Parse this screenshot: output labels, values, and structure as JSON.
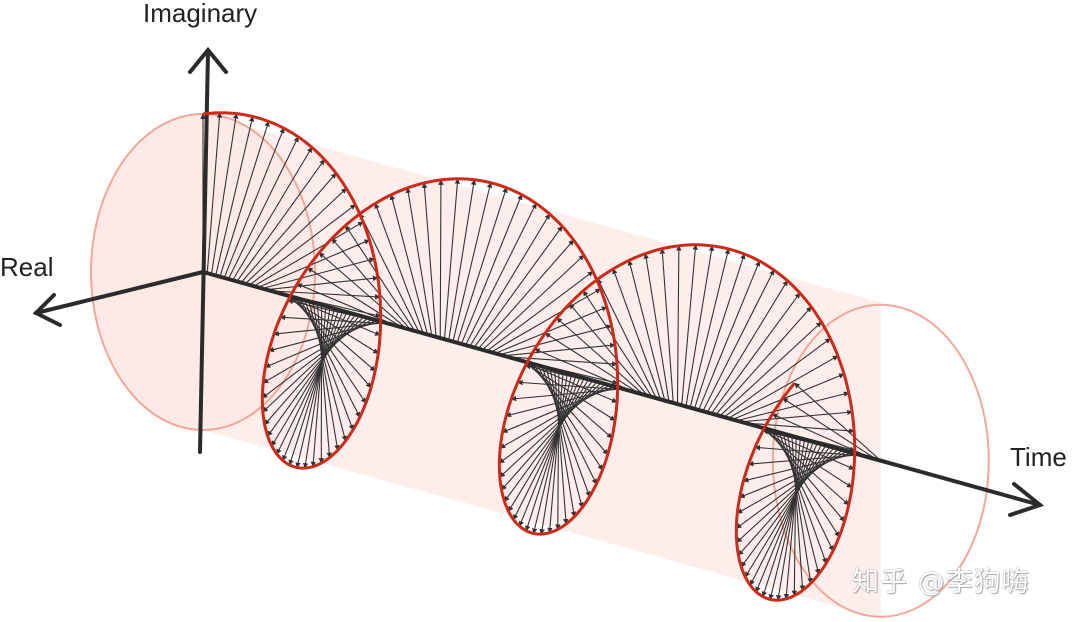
{
  "axes": {
    "imaginary": "Imaginary",
    "real": "Real",
    "time": "Time"
  },
  "watermark": "知乎 @李狗嗨",
  "colors": {
    "helix": "#cc2a1a",
    "cylinder_edge": "#f0a898",
    "cylinder_fill": "#fdeae6",
    "axis": "#2b2b2b",
    "arrow": "#333333"
  }
}
